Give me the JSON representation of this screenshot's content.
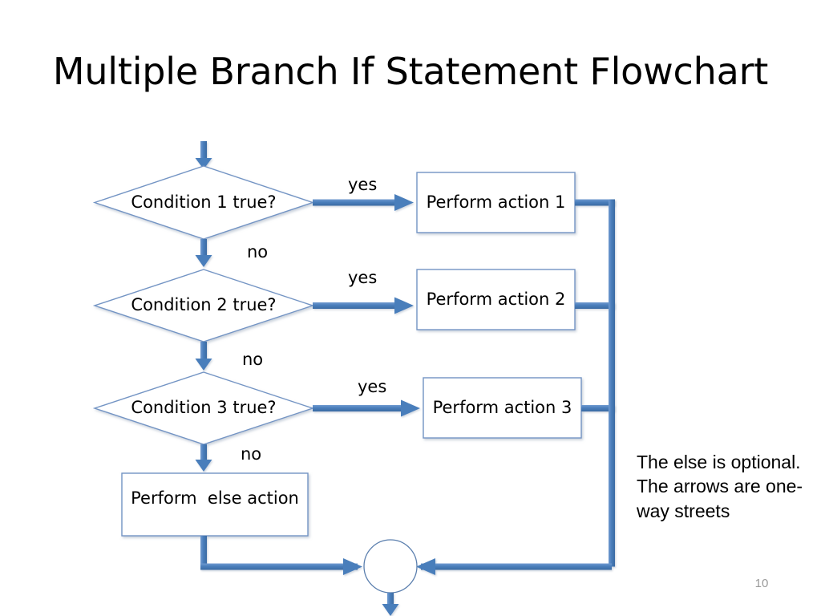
{
  "slide": {
    "title": "Multiple Branch If Statement Flowchart",
    "page_number": "10",
    "background_color": "#ffffff"
  },
  "colors": {
    "shape_outline": "#7394c4",
    "shape_fill": "#ffffff",
    "connector": "#4a7ebb",
    "connector_dark": "#3c6ca4",
    "text": "#000000",
    "page_number": "#9a9a9a"
  },
  "flowchart": {
    "type": "flowchart",
    "entry_arrow": {
      "name": "entry-arrow",
      "from_top": true
    },
    "decisions": [
      {
        "id": "condition-1",
        "label": "Condition 1 true?",
        "yes_label": "yes",
        "no_label": "no",
        "yes_target": "perform-action-1",
        "no_target": "condition-2"
      },
      {
        "id": "condition-2",
        "label": "Condition 2 true?",
        "yes_label": "yes",
        "no_label": "no",
        "yes_target": "perform-action-2",
        "no_target": "condition-3"
      },
      {
        "id": "condition-3",
        "label": "Condition 3 true?",
        "yes_label": "yes",
        "no_label": "no",
        "yes_target": "perform-action-3",
        "no_target": "perform-else-action"
      }
    ],
    "actions": [
      {
        "id": "perform-action-1",
        "label": "Perform action 1"
      },
      {
        "id": "perform-action-2",
        "label": "Perform action 2"
      },
      {
        "id": "perform-action-3",
        "label": "Perform action 3"
      },
      {
        "id": "perform-else-action",
        "label": "Perform  else action"
      }
    ],
    "merge_node": {
      "id": "merge-connector",
      "shape": "circle",
      "label": ""
    },
    "exit_arrow": {
      "name": "exit-arrow",
      "direction": "down"
    }
  },
  "note": {
    "text": "The else is optional. The arrows are one-way streets"
  }
}
